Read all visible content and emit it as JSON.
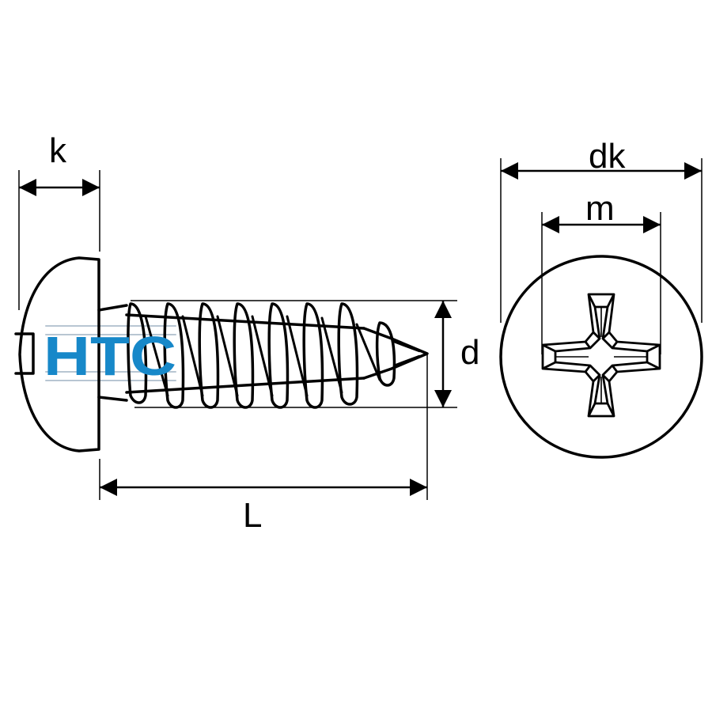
{
  "labels": {
    "k": "k",
    "L": "L",
    "d": "d",
    "dk": "dk",
    "m": "m"
  },
  "watermark": "HTC",
  "colors": {
    "line": "#000000",
    "watermark": "#1788c9",
    "watermark_stripe": "#b8c6d2",
    "background": "#ffffff"
  }
}
